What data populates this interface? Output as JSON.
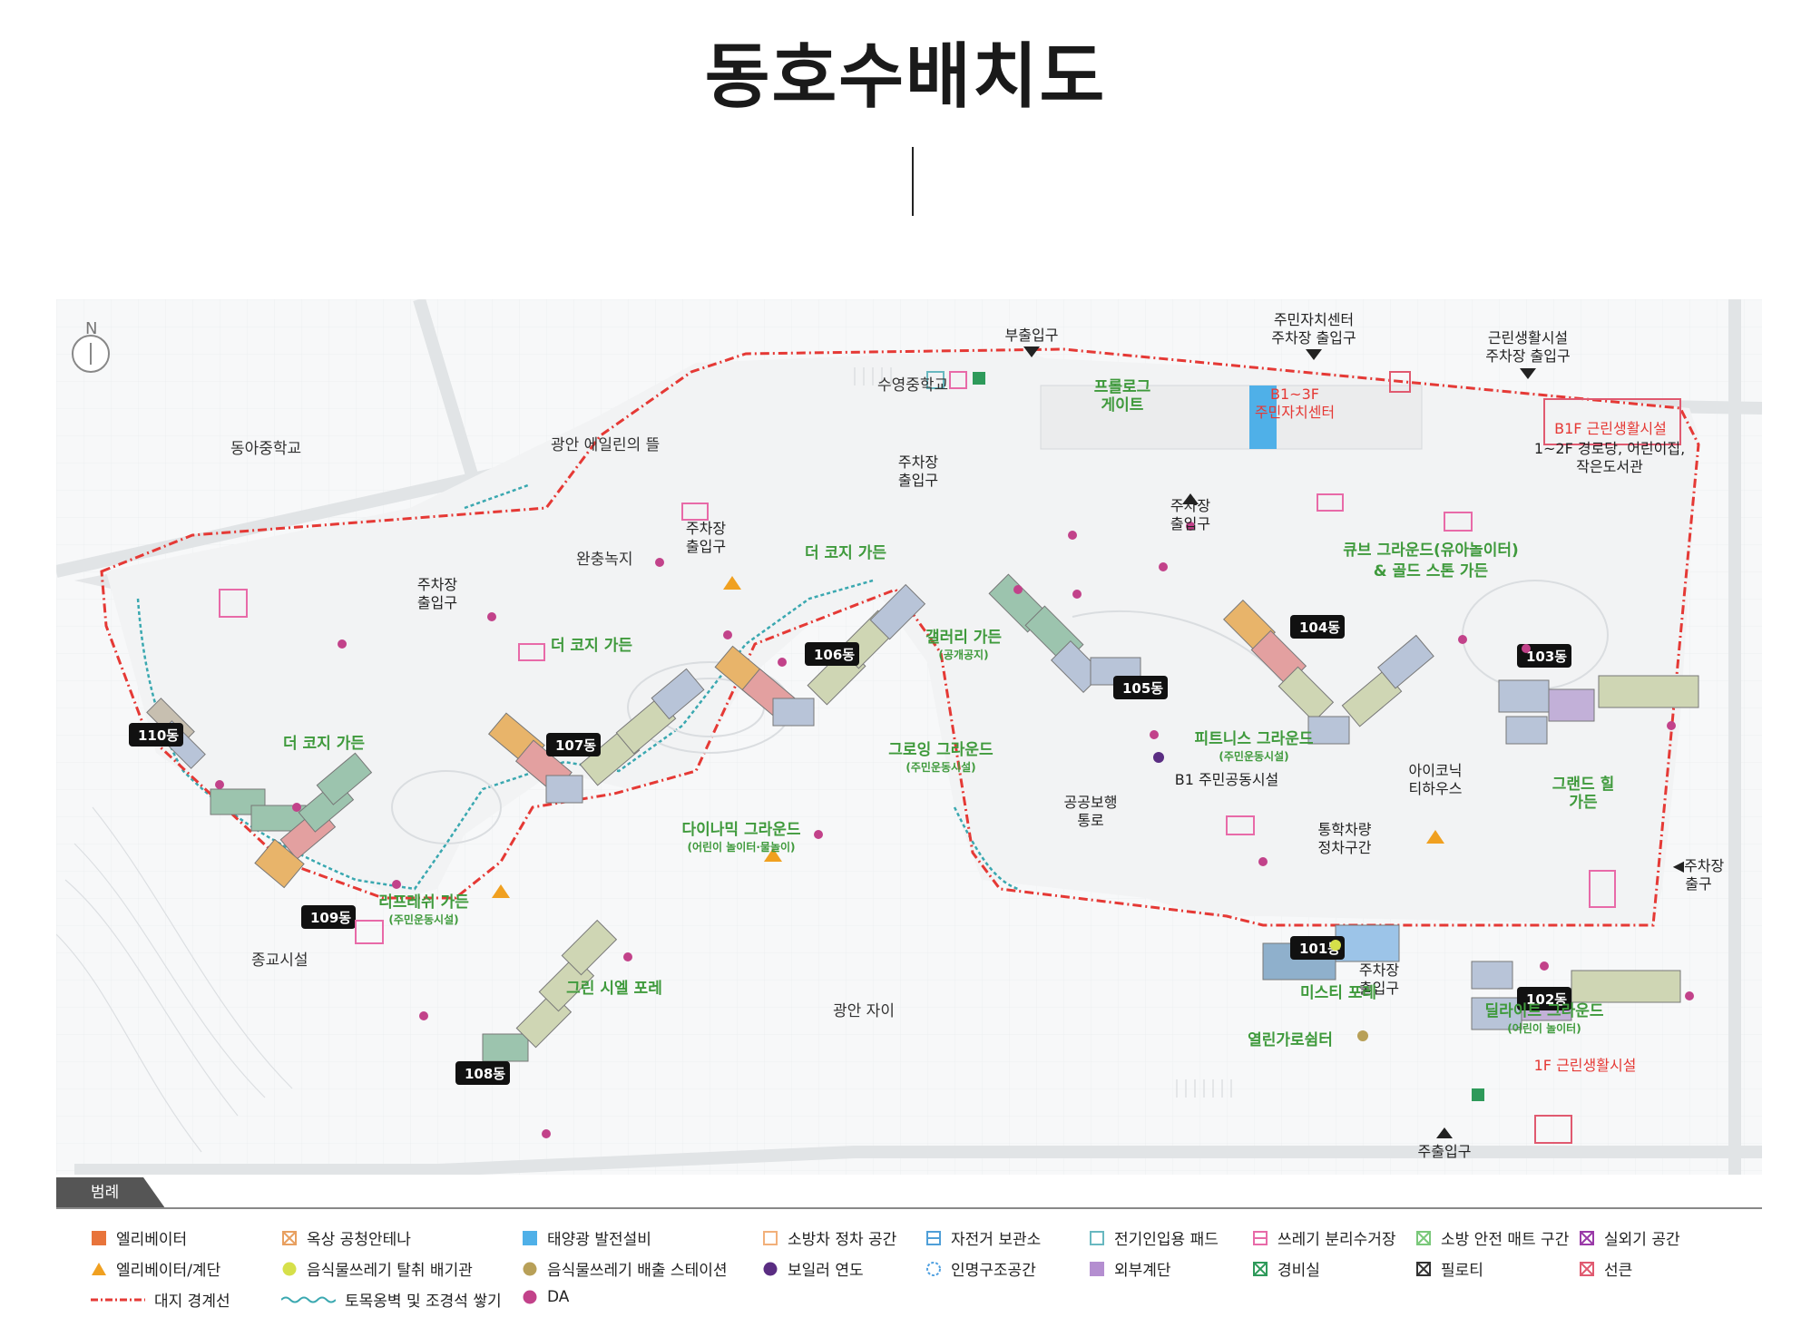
{
  "title": "동호수배치도",
  "map": {
    "north_label": "N",
    "surroundings": [
      {
        "name": "dongah",
        "text": "동아중학교"
      },
      {
        "name": "eilin",
        "text": "광안 에일린의 뜰"
      },
      {
        "name": "suyoung",
        "text": "수영중학교"
      },
      {
        "name": "buffer",
        "text": "완충녹지"
      },
      {
        "name": "religion",
        "text": "종교시설"
      },
      {
        "name": "xi",
        "text": "광안 자이"
      }
    ],
    "entrances": [
      {
        "name": "sub-entrance",
        "text": "부출입구"
      },
      {
        "name": "community-parking",
        "lines": [
          "주민자치센터",
          "주차장 출입구"
        ]
      },
      {
        "name": "retail-parking",
        "lines": [
          "근린생활시설",
          "주차장 출입구"
        ]
      },
      {
        "name": "parking-entry-1",
        "lines": [
          "주차장",
          "출입구"
        ]
      },
      {
        "name": "parking-entry-2",
        "lines": [
          "주차장",
          "출입구"
        ]
      },
      {
        "name": "parking-entry-3",
        "lines": [
          "주차장",
          "출입구"
        ]
      },
      {
        "name": "parking-entry-4",
        "lines": [
          "주차장",
          "출입구"
        ]
      },
      {
        "name": "parking-entry-5",
        "lines": [
          "주차장",
          "출입구"
        ]
      },
      {
        "name": "parking-exit",
        "text": "◀주차장\n출구"
      },
      {
        "name": "main-entrance",
        "text": "주출입구"
      },
      {
        "name": "public-walkway",
        "lines": [
          "공공보행",
          "통로"
        ]
      },
      {
        "name": "school-bus",
        "lines": [
          "통학차량",
          "정차구간"
        ]
      }
    ],
    "parking_exit_lines": [
      "◀주차장",
      "출구"
    ],
    "gardens": [
      {
        "name": "prologue",
        "lines": [
          "프롤로그",
          "게이트"
        ]
      },
      {
        "name": "cozy-1",
        "text": "더 코지 가든"
      },
      {
        "name": "cozy-2",
        "text": "더 코지 가든"
      },
      {
        "name": "cozy-3",
        "text": "더 코지 가든"
      },
      {
        "name": "gallery",
        "text": "갤러리 가든",
        "sub": "(공개공지)"
      },
      {
        "name": "cube",
        "text": "큐브 그라운드(유아놀이터)",
        "line2": "& 골드 스톤 가든"
      },
      {
        "name": "growing",
        "text": "그로잉 그라운드",
        "sub": "(주민운동시설)"
      },
      {
        "name": "fitness",
        "text": "피트니스 그라운드",
        "sub": "(주민운동시설)"
      },
      {
        "name": "dynamic",
        "text": "다이나믹 그라운드",
        "sub": "(어린이 놀이터·물놀이)"
      },
      {
        "name": "refresh",
        "text": "리프레쉬 가든",
        "sub": "(주민운동시설)"
      },
      {
        "name": "green-cell",
        "text": "그린 시엘 포레"
      },
      {
        "name": "grand-hill",
        "lines": [
          "그랜드 힐",
          "가든"
        ]
      },
      {
        "name": "misty",
        "text": "미스티 포레"
      },
      {
        "name": "open-shelter",
        "text": "열린가로쉼터"
      },
      {
        "name": "delight",
        "text": "딜라이트 그라운드",
        "sub": "(어린이 놀이터)"
      }
    ],
    "facilities": [
      {
        "name": "community-center",
        "lines": [
          "B1~3F",
          "주민자치센터"
        ],
        "color": "#e53935"
      },
      {
        "name": "b1-retail",
        "text": "B1F 근린생활시설",
        "color": "#e53935"
      },
      {
        "name": "retail-detail",
        "lines": [
          "1~2F 경로당, 어린이집,",
          "작은도서관"
        ]
      },
      {
        "name": "b1-community",
        "text": "B1 주민공동시설"
      },
      {
        "name": "iconic-teahouse",
        "lines": [
          "아이코닉",
          "티하우스"
        ]
      },
      {
        "name": "f1-retail",
        "text": "1F 근린생활시설",
        "color": "#e53935"
      }
    ],
    "buildings": [
      "101동",
      "102동",
      "103동",
      "104동",
      "105동",
      "106동",
      "107동",
      "108동",
      "109동",
      "110동"
    ]
  },
  "legend": {
    "tab": "범례",
    "items": [
      {
        "name": "elevator",
        "text": "엘리베이터",
        "sym": "sq-fill",
        "color": "#e8743b"
      },
      {
        "name": "elevator-stair",
        "text": "엘리베이터/계단",
        "sym": "tri",
        "color": "#f0a020"
      },
      {
        "name": "site-boundary",
        "text": "대지 경계선",
        "sym": "redline",
        "color": "#e53935"
      },
      {
        "name": "rooftop-antenna",
        "text": "옥상 공청안테나",
        "sym": "sq-x",
        "color": "#e8a060"
      },
      {
        "name": "food-waste-vent",
        "text": "음식물쓰레기 탈취 배기관",
        "sym": "circle",
        "color": "#d6e04a"
      },
      {
        "name": "retaining-wall",
        "text": "토목옹벽 및 조경석 쌓기",
        "sym": "wave",
        "color": "#3aa8b0"
      },
      {
        "name": "solar",
        "text": "태양광 발전설비",
        "sym": "sq-fill",
        "color": "#4fb0e8"
      },
      {
        "name": "food-waste-station",
        "text": "음식물쓰레기 배출 스테이션",
        "sym": "circle",
        "color": "#b8a058"
      },
      {
        "name": "da",
        "text": "DA",
        "sym": "circle",
        "color": "#c2428a"
      },
      {
        "name": "fire-truck",
        "text": "소방차 정차 공간",
        "sym": "sq-out",
        "color": "#f2b07a"
      },
      {
        "name": "boiler-flue",
        "text": "보일러 연도",
        "sym": "circle",
        "color": "#5a2d82"
      },
      {
        "name": "bike",
        "text": "자전거 보관소",
        "sym": "sq-line",
        "color": "#4f9fd8"
      },
      {
        "name": "rescue",
        "text": "인명구조공간",
        "sym": "dash-circle",
        "color": "#4fa0e0"
      },
      {
        "name": "ev-pad",
        "text": "전기인입용 패드",
        "sym": "sq-out",
        "color": "#68b8c0"
      },
      {
        "name": "ext-stair",
        "text": "외부계단",
        "sym": "sq-fill",
        "color": "#b48ed0"
      },
      {
        "name": "garbage",
        "text": "쓰레기 분리수거장",
        "sym": "sq-line",
        "color": "#e86aa8"
      },
      {
        "name": "guard",
        "text": "경비실",
        "sym": "sq-x",
        "color": "#2e9a5a"
      },
      {
        "name": "fire-mat",
        "text": "소방 안전 매트 구간",
        "sym": "sq-x",
        "color": "#7ac87a"
      },
      {
        "name": "piloti",
        "text": "필로티",
        "sym": "sq-x",
        "color": "#333333"
      },
      {
        "name": "outdoor-unit",
        "text": "실외기 공간",
        "sym": "sq-x",
        "color": "#9a3aa8"
      },
      {
        "name": "sunken",
        "text": "선큰",
        "sym": "sq-x",
        "color": "#e05a70"
      }
    ]
  }
}
